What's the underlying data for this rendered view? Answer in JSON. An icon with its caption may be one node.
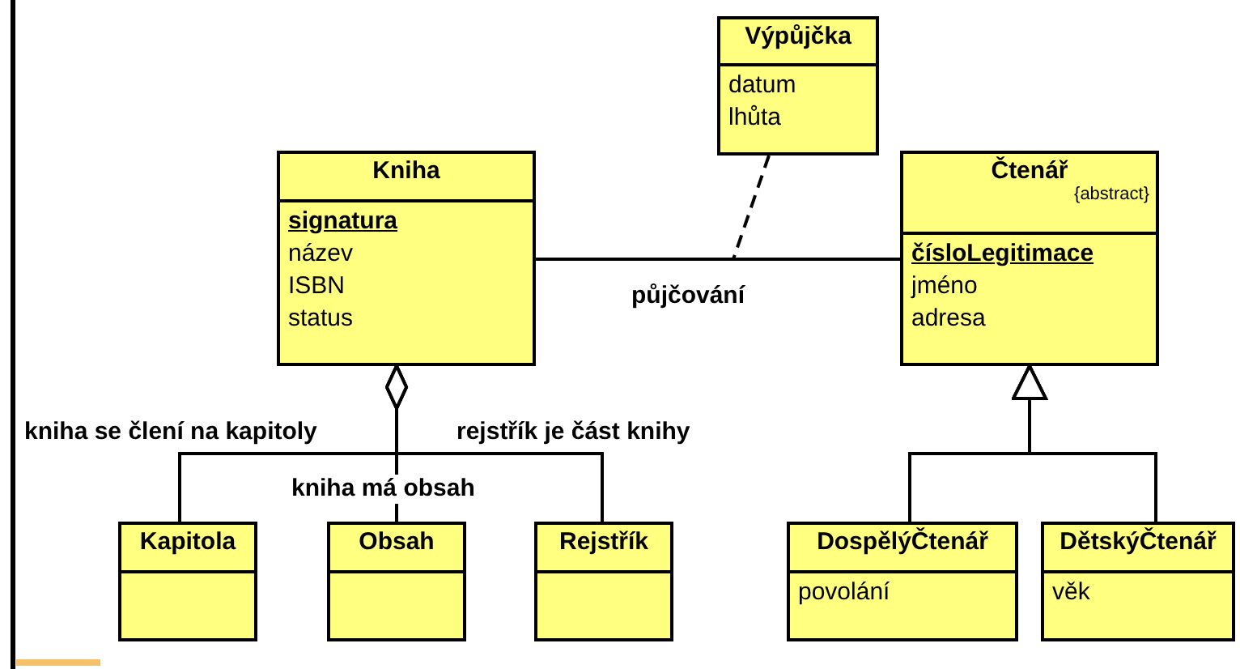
{
  "diagram": {
    "nodes": [
      {
        "text": [
          "Kniha",
          "signatura",
          "název",
          "ISBN",
          "status"
        ]
      },
      {
        "text": [
          "Výpůjčka",
          "datum",
          "lhůta"
        ]
      },
      {
        "text": [
          "Čtenář",
          "{abstract}",
          "čísloLegitimace",
          "jméno",
          "adresa"
        ]
      },
      {
        "text": [
          "Kapitola"
        ]
      },
      {
        "text": [
          "Obsah"
        ]
      },
      {
        "text": [
          "Rejstřík"
        ]
      },
      {
        "text": [
          "DospělýČtenář",
          "povolání"
        ]
      },
      {
        "text": [
          "DětskýČtenář",
          "věk"
        ]
      }
    ],
    "edges": [
      {
        "from": 0,
        "to": 2,
        "arrow": "none",
        "label": "půjčování"
      },
      {
        "from": 1,
        "to": null,
        "arrow": "none",
        "style": "dashed"
      },
      {
        "from": 3,
        "to": 0,
        "arrow": "other",
        "label": "kniha se člení na kapitoly"
      },
      {
        "from": 4,
        "to": 0,
        "arrow": "other",
        "label": "kniha má obsah"
      },
      {
        "from": 5,
        "to": 0,
        "arrow": "other",
        "label": "rejstřík je část knihy"
      },
      {
        "from": 6,
        "to": 2,
        "arrow": "to"
      },
      {
        "from": 7,
        "to": 2,
        "arrow": "to"
      }
    ]
  }
}
